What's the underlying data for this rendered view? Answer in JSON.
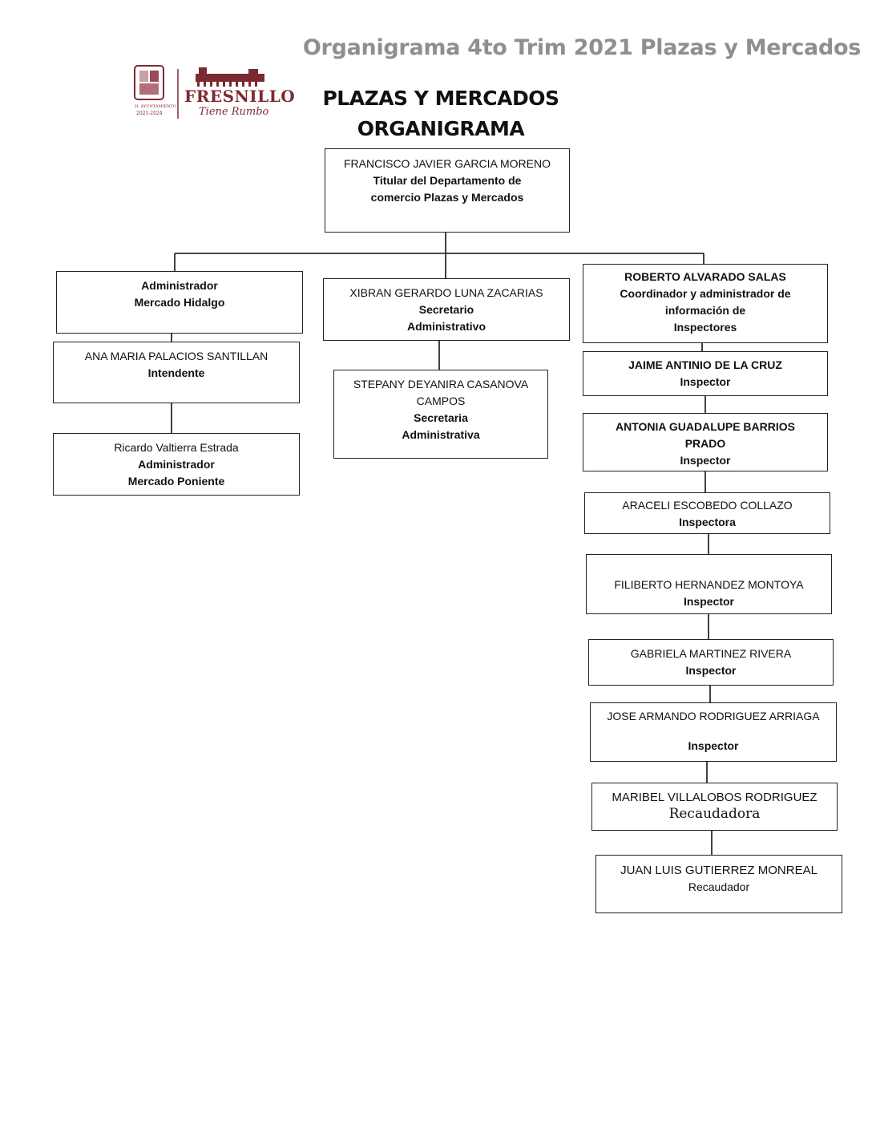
{
  "header": {
    "doc_title": "Organigrama 4to Trim 2021 Plazas y Mercados",
    "title_line1": "PLAZAS Y MERCADOS",
    "title_line2": "ORGANIGRAMA"
  },
  "logo": {
    "city": "FRESNILLO",
    "slogan": "Tiene Rumbo",
    "ayuntamiento": "H. AYUNTAMIENTO",
    "period": "2021-2024"
  },
  "colors": {
    "brand": "#7c2a32",
    "header_gray": "#8f8f8f",
    "line": "#111111"
  },
  "org": {
    "titular": {
      "name": "FRANCISCO JAVIER GARCIA MORENO",
      "role1": "Titular del Departamento de",
      "role2": "comercio Plazas y Mercados"
    },
    "admin_hidalgo": {
      "role1": "Administrador",
      "role2": "Mercado Hidalgo"
    },
    "intendente": {
      "name": "ANA MARIA PALACIOS SANTILLAN",
      "role": "Intendente"
    },
    "admin_poniente": {
      "name": "Ricardo Valtierra Estrada",
      "role1": "Administrador",
      "role2": "Mercado Poniente"
    },
    "secretario": {
      "name": "XIBRAN GERARDO LUNA ZACARIAS",
      "role1": "Secretario",
      "role2": "Administrativo"
    },
    "secretaria": {
      "name1": "STEPANY DEYANIRA CASANOVA",
      "name2": "CAMPOS",
      "role1": "Secretaria",
      "role2": "Administrativa"
    },
    "coordinador": {
      "name": "ROBERTO ALVARADO SALAS",
      "role1": "Coordinador y administrador de",
      "role2": "información de",
      "role3": "Inspectores"
    },
    "inspectors": [
      {
        "name": "JAIME ANTINIO DE LA CRUZ",
        "role": "Inspector"
      },
      {
        "name1": "ANTONIA GUADALUPE BARRIOS",
        "name2": "PRADO",
        "role": "Inspector"
      },
      {
        "name": "ARACELI ESCOBEDO COLLAZO",
        "role": "Inspectora"
      },
      {
        "name": "FILIBERTO HERNANDEZ MONTOYA",
        "role": "Inspector"
      },
      {
        "name": "GABRIELA MARTINEZ RIVERA",
        "role": "Inspector"
      },
      {
        "name": "JOSE ARMANDO RODRIGUEZ ARRIAGA",
        "role": "Inspector"
      },
      {
        "name": "MARIBEL VILLALOBOS RODRIGUEZ",
        "role": "Recaudadora"
      },
      {
        "name": "JUAN LUIS GUTIERREZ MONREAL",
        "role": "Recaudador"
      }
    ]
  }
}
